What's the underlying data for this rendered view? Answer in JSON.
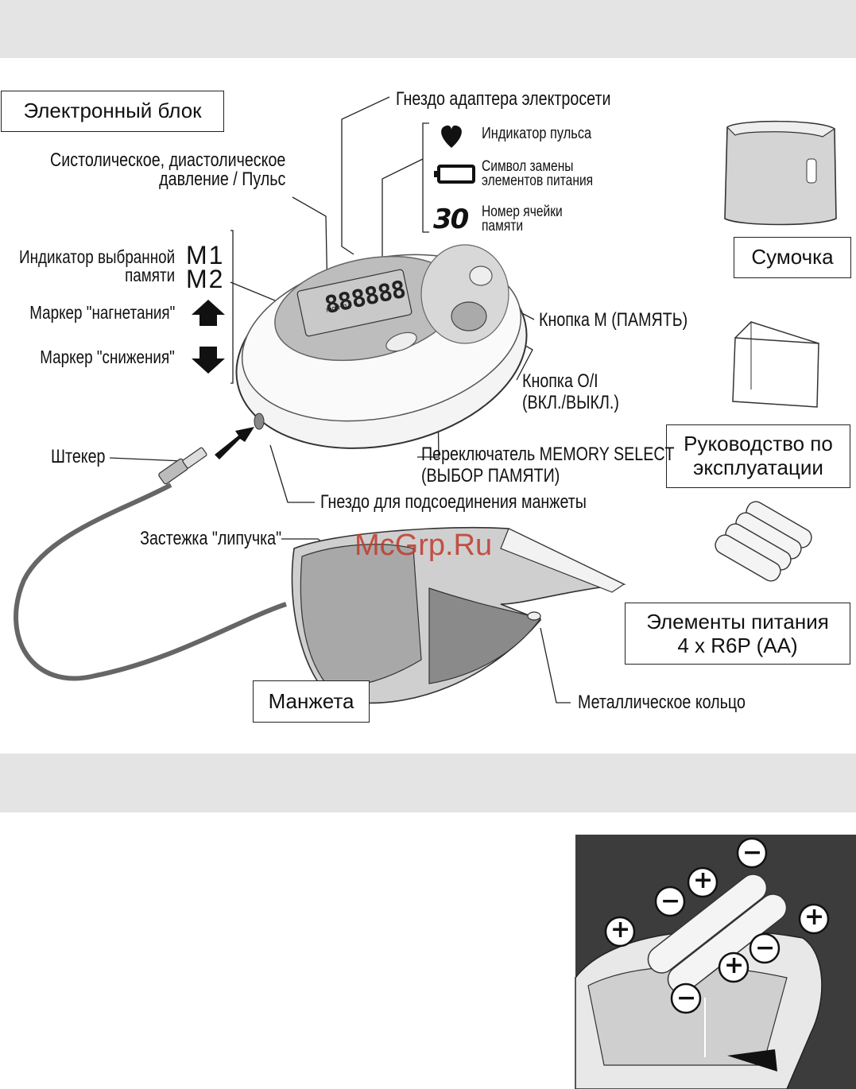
{
  "top_band": "",
  "boxes": {
    "electronic_unit": "Электронный блок",
    "bag": "Сумочка",
    "manual": "Руководство по эксплуатации",
    "batteries_line1": "Элементы питания",
    "batteries_line2": "4 x R6P (AA)",
    "cuff": "Манжета"
  },
  "labels": {
    "adapter_socket": "Гнездо адаптера электросети",
    "pressure_line1": "Систолическое, диастолическое",
    "pressure_line2": "давление / Пульс",
    "pulse_indicator": "Индикатор пульса",
    "battery_line1": "Символ замены",
    "battery_line2": "элементов питания",
    "memory_cell_line1": "Номер ячейки",
    "memory_cell_line2": "памяти",
    "memory_cell_number": "30",
    "memory_indicator_line1": "Индикатор выбранной",
    "memory_indicator_line2": "памяти",
    "m1": "M1",
    "m2": "M2",
    "inflation_marker": "Маркер \"нагнетания\"",
    "deflation_marker": "Маркер \"снижения\"",
    "m_button": "Кнопка M (ПАМЯТЬ)",
    "onoff_line1": "Кнопка O/I",
    "onoff_line2": "(ВКЛ./ВЫКЛ.)",
    "plug": "Штекер",
    "memory_select_line1": "Переключатель MEMORY SELECT",
    "memory_select_line2": "(ВЫБОР ПАМЯТИ)",
    "cuff_socket": "Гнездо для подсоединения манжеты",
    "velcro": "Застежка \"липучка\"",
    "metal_ring": "Металлическое кольцо",
    "display_digits": "888888",
    "display_unit": "mmHg"
  },
  "watermark": "McGrp.Ru",
  "battery_diagram": {
    "plus": "+",
    "minus": "−"
  },
  "colors": {
    "band": "#e4e4e4",
    "device_gray": "#bdbdbd",
    "cuff_gray": "#a8a8a8",
    "dark_panel": "#3c3c3c",
    "watermark": "#c0392b"
  }
}
